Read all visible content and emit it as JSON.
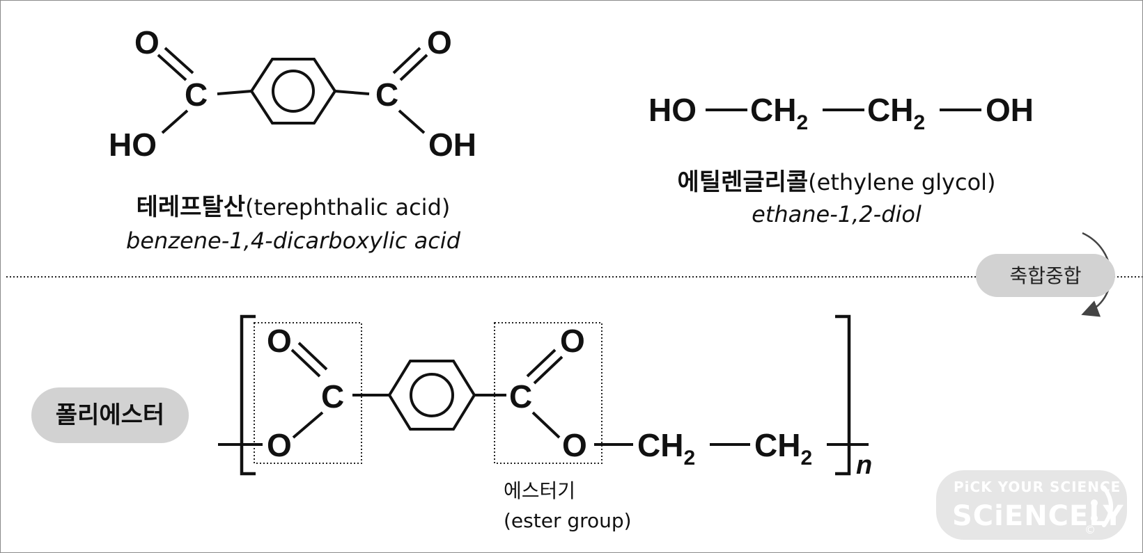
{
  "terephthalic": {
    "atoms": {
      "o_top": "O",
      "c": "C",
      "ho": "HO",
      "c2": "C",
      "o2_top": "O",
      "oh": "OH"
    },
    "name_ko": "테레프탈산",
    "name_en": "(terephthalic acid)",
    "iupac": "benzene-1,4-dicarboxylic acid"
  },
  "glycol": {
    "atoms": {
      "ho": "HO",
      "ch": "CH",
      "sub": "2",
      "oh": "OH"
    },
    "name_ko": "에틸렌글리콜",
    "name_en": "(ethylene glycol)",
    "iupac": "ethane-1,2-diol"
  },
  "reaction": {
    "label": "축합중합"
  },
  "polymer": {
    "label": "폴리에스터",
    "atoms": {
      "o": "O",
      "c": "C",
      "ch": "CH",
      "sub": "2",
      "n": "n"
    },
    "ester_note_ko": "에스터기",
    "ester_note_en": "(ester group)"
  },
  "watermark": {
    "line1": "PiCK YOUR SCIENCE",
    "line2": "SCiENCELY",
    "copyright": "©"
  },
  "colors": {
    "pill": "#d2d2d2",
    "ink": "#111111",
    "watermark": "#e6e6e6",
    "frame": "#8a8a8a"
  }
}
